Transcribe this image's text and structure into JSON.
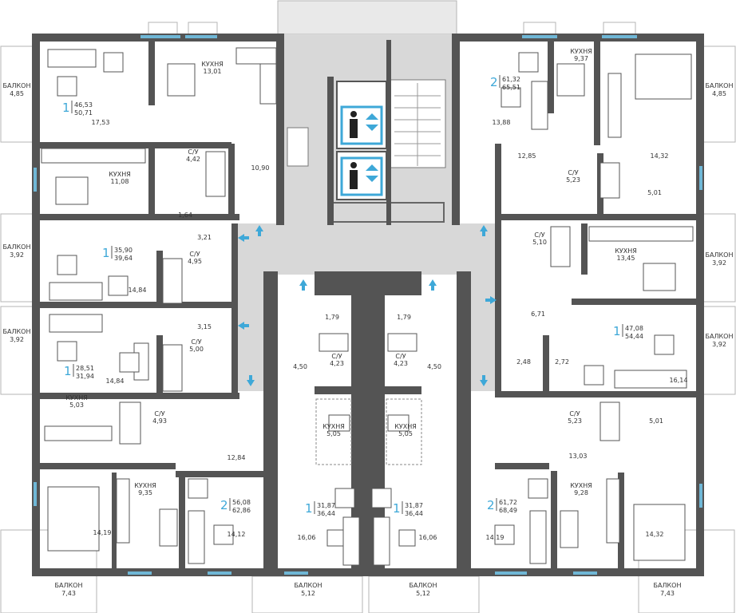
{
  "colors": {
    "wall": "#545454",
    "corridor": "#d8d8d8",
    "accent": "#3ea8d8",
    "window": "#6fb7d6",
    "lift_icon_bg": "#3ea8d8"
  },
  "apartments": [
    {
      "id": "a1",
      "rooms": "1",
      "area_living": "46,53",
      "area_total": "50,71"
    },
    {
      "id": "a2",
      "rooms": "1",
      "area_living": "35,90",
      "area_total": "39,64"
    },
    {
      "id": "a3",
      "rooms": "1",
      "area_living": "28,51",
      "area_total": "31,94"
    },
    {
      "id": "a4",
      "rooms": "2",
      "area_living": "56,08",
      "area_total": "62,86"
    },
    {
      "id": "a5",
      "rooms": "1",
      "area_living": "31,87",
      "area_total": "36,44"
    },
    {
      "id": "a6",
      "rooms": "1",
      "area_living": "31,87",
      "area_total": "36,44"
    },
    {
      "id": "a7",
      "rooms": "2",
      "area_living": "61,72",
      "area_total": "68,49"
    },
    {
      "id": "a8",
      "rooms": "1",
      "area_living": "47,08",
      "area_total": "54,44"
    },
    {
      "id": "a9",
      "rooms": "2",
      "area_living": "61,32",
      "area_total": "65,51"
    }
  ],
  "rooms": [
    {
      "id": "r1",
      "name": "КУХНЯ",
      "area": "13,01"
    },
    {
      "id": "r2",
      "name": "",
      "area": "17,53"
    },
    {
      "id": "r3",
      "name": "",
      "area": "10,90"
    },
    {
      "id": "r4",
      "name": "КУХНЯ",
      "area": "11,08"
    },
    {
      "id": "r5",
      "name": "С/У",
      "area": "4,42"
    },
    {
      "id": "r6",
      "name": "",
      "area": "1,64"
    },
    {
      "id": "r7",
      "name": "",
      "area": "3,21"
    },
    {
      "id": "r8",
      "name": "С/У",
      "area": "4,95"
    },
    {
      "id": "r9",
      "name": "",
      "area": "14,84"
    },
    {
      "id": "r10",
      "name": "",
      "area": "3,15"
    },
    {
      "id": "r11",
      "name": "С/У",
      "area": "5,00"
    },
    {
      "id": "r12",
      "name": "",
      "area": "14,84"
    },
    {
      "id": "r13",
      "name": "КУХНЯ",
      "area": "5,03"
    },
    {
      "id": "r14",
      "name": "С/У",
      "area": "4,93"
    },
    {
      "id": "r15",
      "name": "",
      "area": "12,84"
    },
    {
      "id": "r16",
      "name": "КУХНЯ",
      "area": "9,35"
    },
    {
      "id": "r17",
      "name": "",
      "area": "14,19"
    },
    {
      "id": "r18",
      "name": "",
      "area": "14,12"
    },
    {
      "id": "r19",
      "name": "",
      "area": "1,79"
    },
    {
      "id": "r20",
      "name": "",
      "area": "1,79"
    },
    {
      "id": "r21",
      "name": "",
      "area": "4,50"
    },
    {
      "id": "r22",
      "name": "",
      "area": "4,50"
    },
    {
      "id": "r23",
      "name": "С/У",
      "area": "4,23"
    },
    {
      "id": "r24",
      "name": "С/У",
      "area": "4,23"
    },
    {
      "id": "r25",
      "name": "КУХНЯ",
      "area": "5,05"
    },
    {
      "id": "r26",
      "name": "КУХНЯ",
      "area": "5,05"
    },
    {
      "id": "r27",
      "name": "",
      "area": "16,06"
    },
    {
      "id": "r28",
      "name": "",
      "area": "16,06"
    },
    {
      "id": "r29",
      "name": "КУХНЯ",
      "area": "9,37"
    },
    {
      "id": "r30",
      "name": "",
      "area": "13,88"
    },
    {
      "id": "r31",
      "name": "",
      "area": "12,85"
    },
    {
      "id": "r32",
      "name": "",
      "area": "14,32"
    },
    {
      "id": "r33",
      "name": "С/У",
      "area": "5,23"
    },
    {
      "id": "r34",
      "name": "",
      "area": "5,01"
    },
    {
      "id": "r35",
      "name": "С/У",
      "area": "5,10"
    },
    {
      "id": "r36",
      "name": "КУХНЯ",
      "area": "13,45"
    },
    {
      "id": "r37",
      "name": "",
      "area": "6,71"
    },
    {
      "id": "r38",
      "name": "",
      "area": "2,48"
    },
    {
      "id": "r39",
      "name": "",
      "area": "2,72"
    },
    {
      "id": "r40",
      "name": "",
      "area": "16,14"
    },
    {
      "id": "r41",
      "name": "С/У",
      "area": "5,23"
    },
    {
      "id": "r42",
      "name": "",
      "area": "5,01"
    },
    {
      "id": "r43",
      "name": "",
      "area": "13,03"
    },
    {
      "id": "r44",
      "name": "КУХНЯ",
      "area": "9,28"
    },
    {
      "id": "r45",
      "name": "",
      "area": "14,19"
    },
    {
      "id": "r46",
      "name": "",
      "area": "14,32"
    }
  ],
  "balconies": [
    {
      "id": "b1",
      "name": "БАЛКОН",
      "area": "4,85"
    },
    {
      "id": "b2",
      "name": "БАЛКОН",
      "area": "3,92"
    },
    {
      "id": "b3",
      "name": "БАЛКОН",
      "area": "3,92"
    },
    {
      "id": "b4",
      "name": "БАЛКОН",
      "area": "7,43"
    },
    {
      "id": "b5",
      "name": "БАЛКОН",
      "area": "5,12"
    },
    {
      "id": "b6",
      "name": "БАЛКОН",
      "area": "5,12"
    },
    {
      "id": "b7",
      "name": "БАЛКОН",
      "area": "7,43"
    },
    {
      "id": "b8",
      "name": "БАЛКОН",
      "area": "4,85"
    },
    {
      "id": "b9",
      "name": "БАЛКОН",
      "area": "3,92"
    },
    {
      "id": "b10",
      "name": "БАЛКОН",
      "area": "3,92"
    }
  ]
}
